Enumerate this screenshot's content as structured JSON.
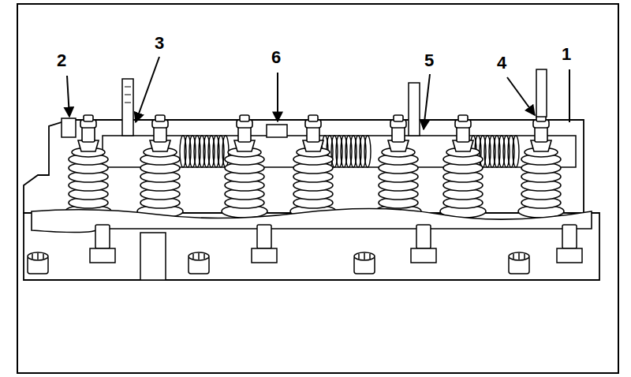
{
  "diagram": {
    "labels": [
      "2",
      "3",
      "6",
      "5",
      "4",
      "1"
    ]
  }
}
